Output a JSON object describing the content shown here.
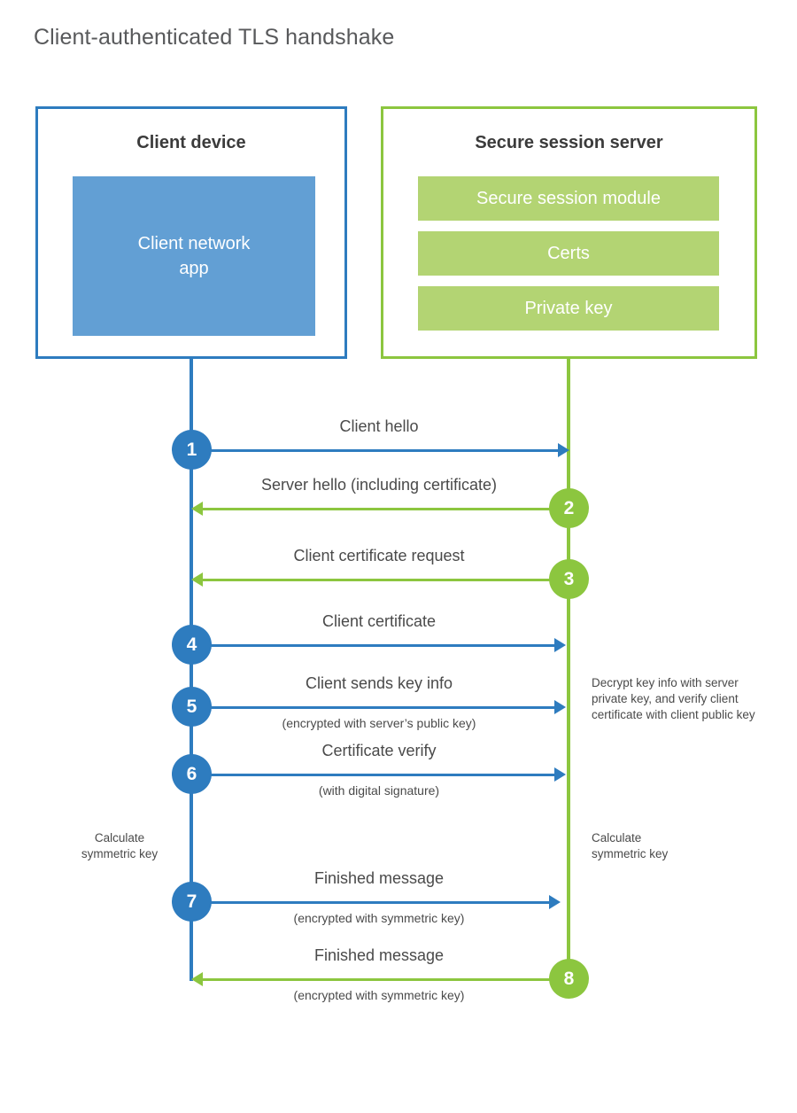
{
  "page": {
    "title": "Client-authenticated TLS handshake",
    "colors": {
      "client_blue": "#2E7CBF",
      "client_app_blue": "#629FD4",
      "server_green": "#8CC63F",
      "server_item_green": "#B3D473",
      "text_gray": "#4a4a4a",
      "title_gray": "#58595b",
      "background": "#ffffff"
    }
  },
  "actors": {
    "client": {
      "title": "Client device",
      "app_label": "Client network\napp"
    },
    "server": {
      "title": "Secure session server",
      "items": [
        {
          "label": "Secure session module"
        },
        {
          "label": "Certs"
        },
        {
          "label": "Private key"
        }
      ]
    }
  },
  "steps": [
    {
      "number": "1",
      "label": "Client hello",
      "sublabel": "",
      "direction": "client-to-server",
      "color": "blue"
    },
    {
      "number": "2",
      "label": "Server hello (including certificate)",
      "sublabel": "",
      "direction": "server-to-client",
      "color": "green"
    },
    {
      "number": "3",
      "label": "Client certificate request",
      "sublabel": "",
      "direction": "server-to-client",
      "color": "green"
    },
    {
      "number": "4",
      "label": "Client certificate",
      "sublabel": "",
      "direction": "client-to-server",
      "color": "blue"
    },
    {
      "number": "5",
      "label": "Client sends key info",
      "sublabel": "(encrypted with server’s public key)",
      "direction": "client-to-server",
      "color": "blue"
    },
    {
      "number": "6",
      "label": "Certificate verify",
      "sublabel": "(with digital signature)",
      "direction": "client-to-server",
      "color": "blue"
    },
    {
      "number": "7",
      "label": "Finished message",
      "sublabel": "(encrypted with symmetric key)",
      "direction": "client-to-server",
      "color": "blue"
    },
    {
      "number": "8",
      "label": "Finished message",
      "sublabel": "(encrypted with symmetric key)",
      "direction": "server-to-client",
      "color": "green"
    }
  ],
  "notes": {
    "server_decrypt": "Decrypt key info with server private key, and verify client certificate with client public key",
    "client_calculate": "Calculate\nsymmetric key",
    "server_calculate": "Calculate\nsymmetric key"
  }
}
